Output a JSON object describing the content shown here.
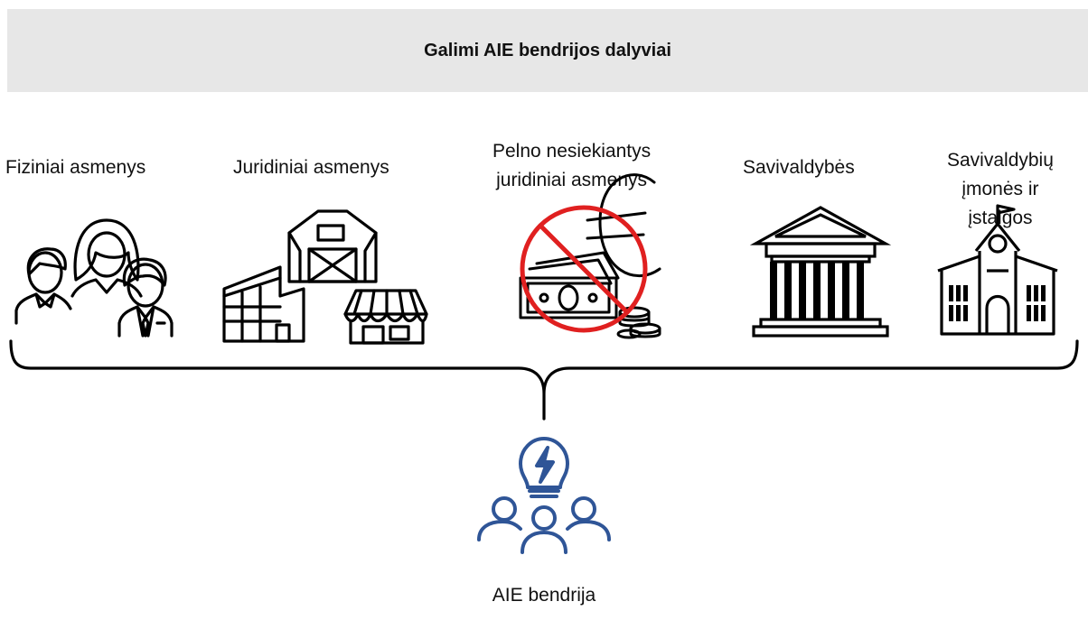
{
  "header": {
    "title": "Galimi AIE bendrijos dalyviai"
  },
  "participants": [
    {
      "label_lines": [
        "Fiziniai asmenys"
      ],
      "icon": "people-group-icon"
    },
    {
      "label_lines": [
        "Juridiniai asmenys"
      ],
      "icon": "business-buildings-icon"
    },
    {
      "label_lines": [
        "Pelno nesiekiantys",
        "juridiniai asmenys"
      ],
      "icon": "no-money-icon"
    },
    {
      "label_lines": [
        "Savivaldybės"
      ],
      "icon": "government-building-icon"
    },
    {
      "label_lines": [
        "Savivaldybių",
        "įmonės ir",
        "įstaigos"
      ],
      "icon": "school-building-icon"
    }
  ],
  "community": {
    "label": "AIE bendrija",
    "icon": "energy-community-icon"
  },
  "colors": {
    "header_background": "#e7e7e7",
    "icon_stroke": "#000000",
    "prohibition_red": "#e02020",
    "community_blue": "#2f5597"
  }
}
